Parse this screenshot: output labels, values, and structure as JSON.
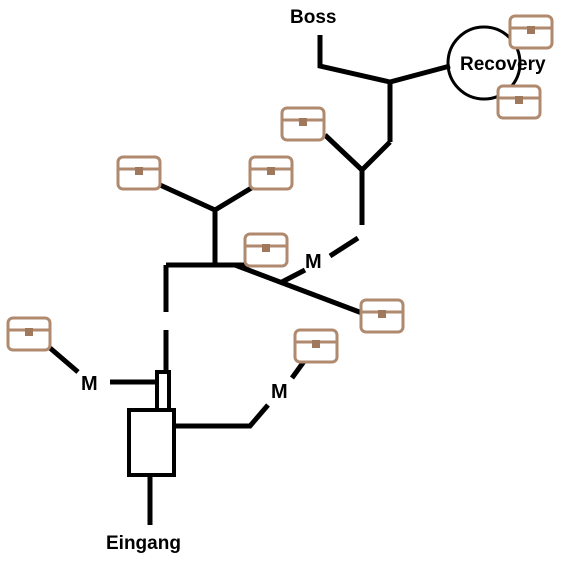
{
  "labels": {
    "boss": "Boss",
    "recovery": "Recovery",
    "entrance": "Eingang",
    "monster": "M"
  },
  "colors": {
    "path": "#000000",
    "chest_stroke": "#b08a6e",
    "chest_fill": "#ffffff",
    "chest_lock": "#a0785c"
  },
  "icons": {
    "chest": "treasure-chest-icon",
    "entrance_gate": "entrance-gate-icon",
    "recovery_zone": "recovery-circle"
  }
}
